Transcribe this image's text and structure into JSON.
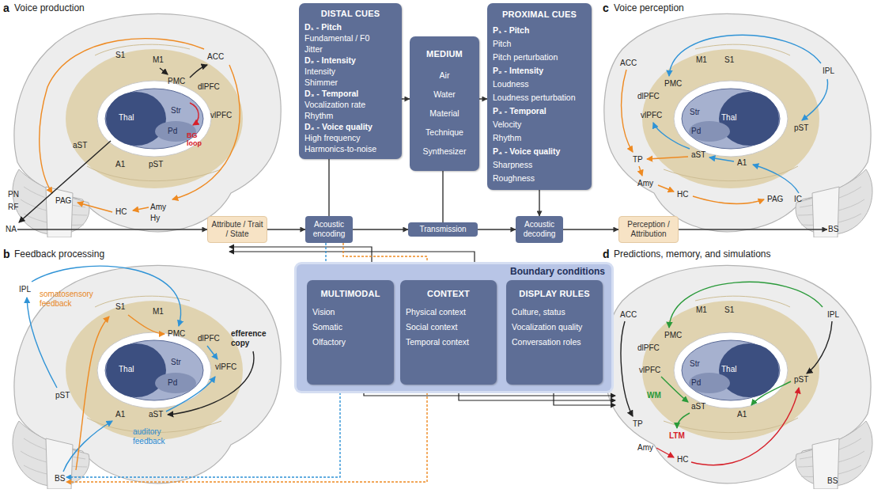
{
  "diagram": {
    "nodes": [
      {
        "text": [
          "DISTAL CUES",
          "D₁ - Pitch",
          "Fundamental / F0",
          "Jitter",
          "D₂ - Intensity",
          "Intensity",
          "Shimmer",
          "D₃ - Temporal",
          "Vocalization rate",
          "Rhythm",
          "D₄ - Voice quality",
          "High frequency",
          "Harmonics-to-noise"
        ]
      },
      {
        "text": [
          "MEDIUM",
          "Air",
          "Water",
          "Material",
          "Technique",
          "Synthesizer"
        ]
      },
      {
        "text": [
          "PROXIMAL CUES",
          "P₁ - Pitch",
          "Pitch",
          "Pitch perturbation",
          "P₂ - Intensity",
          "Loudness",
          "Loudness perturbation",
          "P₃ - Temporal",
          "Velocity",
          "Rhythm",
          "P₄ - Voice quality",
          "Sharpness",
          "Roughness"
        ]
      },
      {
        "text": [
          "NA"
        ]
      },
      {
        "text": [
          "Attribute / Trait / State"
        ]
      },
      {
        "text": [
          "Acoustic encoding"
        ]
      },
      {
        "text": [
          "Transmission"
        ]
      },
      {
        "text": [
          "Acoustic decoding"
        ]
      },
      {
        "text": [
          "Perception / Attribution"
        ]
      },
      {
        "text": [
          "BS"
        ]
      },
      {
        "text": [
          "BS"
        ]
      },
      {
        "text": [
          "Boundary conditions"
        ]
      },
      {
        "text": [
          "MULTIMODAL",
          "Vision",
          "Somatic",
          "Olfactory"
        ],
        "in": 11
      },
      {
        "text": [
          "CONTEXT",
          "Physical context",
          "Social context",
          "Temporal context"
        ],
        "in": 11
      },
      {
        "text": [
          "DISPLAY RULES",
          "Culture, status",
          "Vocalization quality",
          "Conversation roles"
        ],
        "in": 11
      }
    ],
    "edges": [
      {
        "from": 0,
        "to": 1,
        "arrow": "to"
      },
      {
        "from": 1,
        "to": 2,
        "arrow": "to"
      },
      {
        "from": 3,
        "to": 4,
        "arrow": "to"
      },
      {
        "from": 4,
        "to": 5,
        "arrow": "to"
      },
      {
        "from": 5,
        "to": 6,
        "arrow": "to"
      },
      {
        "from": 6,
        "to": 7,
        "arrow": "to"
      },
      {
        "from": 7,
        "to": 8,
        "arrow": "to"
      },
      {
        "from": 8,
        "to": 9,
        "arrow": "to"
      },
      {
        "from": 5,
        "to": 0,
        "arrow": "none"
      },
      {
        "from": 1,
        "to": 6,
        "arrow": "none"
      },
      {
        "from": 2,
        "to": 7,
        "arrow": "to"
      },
      {
        "from": 5,
        "to": 12,
        "arrow": "to"
      },
      {
        "from": 5,
        "to": 13,
        "arrow": "to"
      },
      {
        "from": 12,
        "to": 10,
        "arrow": "to"
      },
      {
        "from": 13,
        "to": 10,
        "arrow": "to"
      }
    ],
    "labels": [
      "a",
      "Voice production",
      "S1",
      "M1",
      "ACC",
      "PMC",
      "dlPFC",
      "vlPFC",
      "Thal",
      "Str",
      "Pd",
      "BG loop",
      "aST",
      "A1",
      "pST",
      "PN",
      "RF",
      "PAG",
      "HC",
      "Amy",
      "Hy",
      "b",
      "Feedback processing",
      "IPL",
      "somatosensory feedback",
      "S1",
      "M1",
      "PMC",
      "dlPFC",
      "efference copy",
      "vlPFC",
      "Thal",
      "Str",
      "Pd",
      "pST",
      "A1",
      "aST",
      "auditory feedback",
      "c",
      "Voice perception",
      "ACC",
      "PMC",
      "M1",
      "S1",
      "IPL",
      "dlPFC",
      "vlPFC",
      "Str",
      "Thal",
      "Pd",
      "pST",
      "TP",
      "aST",
      "A1",
      "Amy",
      "HC",
      "PAG",
      "IC",
      "d",
      "Predictions, memory, and simulations",
      "ACC",
      "M1",
      "S1",
      "IPL",
      "PMC",
      "dlPFC",
      "vlPFC",
      "Str",
      "Thal",
      "Pd",
      "pST",
      "WM",
      "A1",
      "aST",
      "TP",
      "LTM",
      "Amy",
      "HC",
      "BS"
    ]
  }
}
